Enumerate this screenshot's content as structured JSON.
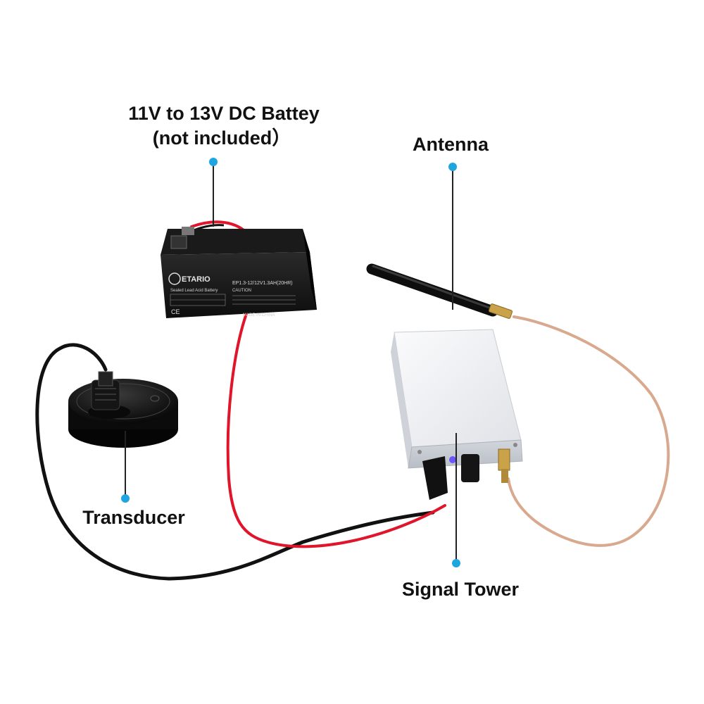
{
  "labels": {
    "battery_line1": "11V to 13V DC Battey",
    "battery_line2": "(not included）",
    "antenna": "Antenna",
    "transducer": "Transducer",
    "signal_tower": "Signal Tower"
  },
  "battery_print": {
    "brand": "ETARIO",
    "type": "Sealed Lead Acid Battery",
    "model": "EP1.3-12/12V1.3AH(20HR)",
    "caution": "CAUTION",
    "origin": "MADE IN CHINA"
  },
  "colors": {
    "callout_dot": "#1fa6e0",
    "red_wire": "#e0142a",
    "black_wire": "#111111",
    "antenna_cable": "#d8a98e",
    "box": "#e4e7ec",
    "led": "#6a55ff"
  }
}
